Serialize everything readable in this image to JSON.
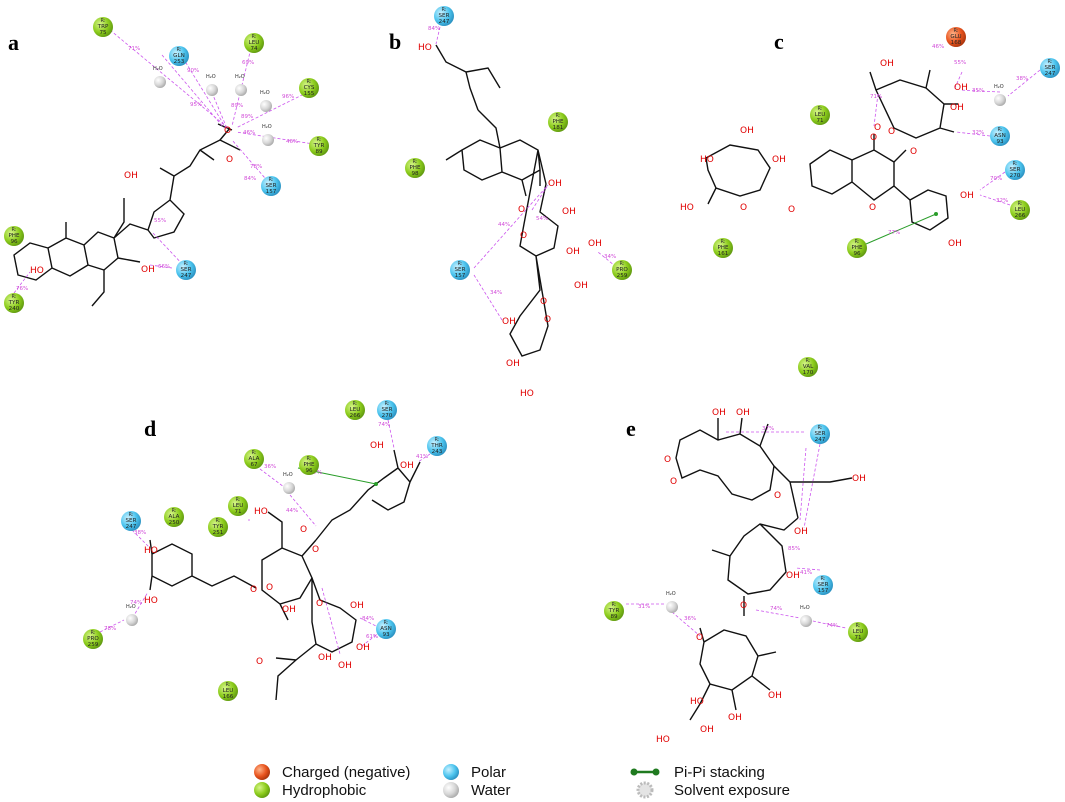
{
  "panels": [
    {
      "label": "a",
      "residues": [
        {
          "r": "R:",
          "name": "TRP",
          "num": "75",
          "type": "hydrophobic"
        },
        {
          "r": "R:",
          "name": "GLN",
          "num": "253",
          "type": "polar"
        },
        {
          "r": "R:",
          "name": "LEU",
          "num": "74",
          "type": "hydrophobic"
        },
        {
          "r": "R:",
          "name": "CYS",
          "num": "155",
          "type": "hydrophobic"
        },
        {
          "r": "R:",
          "name": "TYR",
          "num": "89",
          "type": "hydrophobic"
        },
        {
          "r": "R:",
          "name": "SER",
          "num": "157",
          "type": "polar"
        },
        {
          "r": "R:",
          "name": "SER",
          "num": "247",
          "type": "polar"
        },
        {
          "r": "R:",
          "name": "PHE",
          "num": "96",
          "type": "hydrophobic"
        },
        {
          "r": "R:",
          "name": "TYR",
          "num": "240",
          "type": "hydrophobic"
        }
      ],
      "waters": [
        "H₂O",
        "H₂O",
        "H₂O",
        "H₂O",
        "H₂O"
      ],
      "percents": [
        "71%",
        "90%",
        "69%",
        "89%",
        "96%",
        "46%",
        "46%",
        "78%",
        "84%",
        "89%",
        "76%",
        "66%",
        "55%",
        "95%"
      ],
      "atoms": [
        "OH",
        "OH",
        "HO",
        "O",
        "O"
      ]
    },
    {
      "label": "b",
      "residues": [
        {
          "r": "R:",
          "name": "SER",
          "num": "247",
          "type": "polar"
        },
        {
          "r": "R:",
          "name": "PHE",
          "num": "181",
          "type": "hydrophobic"
        },
        {
          "r": "R:",
          "name": "PHE",
          "num": "98",
          "type": "hydrophobic"
        },
        {
          "r": "R:",
          "name": "SER",
          "num": "157",
          "type": "polar"
        },
        {
          "r": "R:",
          "name": "PRO",
          "num": "259",
          "type": "hydrophobic"
        }
      ],
      "percents": [
        "84%",
        "54%",
        "44%",
        "34%",
        "34%"
      ],
      "atoms": [
        "HO",
        "OH",
        "O",
        "OH",
        "OH",
        "OH",
        "O",
        "O",
        "OH",
        "OH",
        "HO",
        "O",
        "OH"
      ]
    },
    {
      "label": "c",
      "residues": [
        {
          "r": "R:",
          "name": "GLU",
          "num": "168",
          "type": "charged"
        },
        {
          "r": "R:",
          "name": "SER",
          "num": "247",
          "type": "polar"
        },
        {
          "r": "R:",
          "name": "LEU",
          "num": "71",
          "type": "hydrophobic"
        },
        {
          "r": "R:",
          "name": "ASN",
          "num": "93",
          "type": "polar"
        },
        {
          "r": "R:",
          "name": "SER",
          "num": "270",
          "type": "polar"
        },
        {
          "r": "R:",
          "name": "LEU",
          "num": "266",
          "type": "hydrophobic"
        },
        {
          "r": "R:",
          "name": "PHE",
          "num": "96",
          "type": "hydrophobic"
        },
        {
          "r": "R:",
          "name": "PHE",
          "num": "161",
          "type": "hydrophobic"
        },
        {
          "r": "R:",
          "name": "VAL",
          "num": "170",
          "type": "hydrophobic"
        }
      ],
      "waters": [
        "H₂O"
      ],
      "percents": [
        "46%",
        "55%",
        "35%",
        "38%",
        "71%",
        "32%",
        "70%",
        "32%",
        "77%"
      ],
      "atoms": [
        "OH",
        "OH",
        "OH",
        "O",
        "O",
        "HO",
        "OH",
        "OH",
        "HO",
        "O",
        "O",
        "O",
        "O",
        "O",
        "OH",
        "OH"
      ]
    },
    {
      "label": "d",
      "residues": [
        {
          "r": "R:",
          "name": "LEU",
          "num": "266",
          "type": "hydrophobic"
        },
        {
          "r": "R:",
          "name": "SER",
          "num": "270",
          "type": "polar"
        },
        {
          "r": "R:",
          "name": "THR",
          "num": "243",
          "type": "polar"
        },
        {
          "r": "R:",
          "name": "ALA",
          "num": "67",
          "type": "hydrophobic"
        },
        {
          "r": "R:",
          "name": "PHE",
          "num": "96",
          "type": "hydrophobic"
        },
        {
          "r": "R:",
          "name": "LEU",
          "num": "71",
          "type": "hydrophobic"
        },
        {
          "r": "R:",
          "name": "SER",
          "num": "247",
          "type": "polar"
        },
        {
          "r": "R:",
          "name": "ALA",
          "num": "250",
          "type": "hydrophobic"
        },
        {
          "r": "R:",
          "name": "TYR",
          "num": "251",
          "type": "hydrophobic"
        },
        {
          "r": "R:",
          "name": "ASN",
          "num": "93",
          "type": "polar"
        },
        {
          "r": "R:",
          "name": "PRO",
          "num": "259",
          "type": "hydrophobic"
        },
        {
          "r": "R:",
          "name": "LEU",
          "num": "166",
          "type": "hydrophobic"
        }
      ],
      "waters": [
        "H₂O",
        "H₂O"
      ],
      "percents": [
        "77%",
        "36%",
        "44%",
        "41%",
        "78%",
        "38%",
        "74%",
        "84%",
        "61%",
        "74%"
      ],
      "atoms": [
        "OH",
        "OH",
        "HO",
        "HO",
        "O",
        "O",
        "O",
        "HO",
        "O",
        "OH",
        "OH",
        "O",
        "OH",
        "OH",
        "O",
        "OH"
      ]
    },
    {
      "label": "e",
      "residues": [
        {
          "r": "R:",
          "name": "SER",
          "num": "247",
          "type": "polar"
        },
        {
          "r": "R:",
          "name": "SER",
          "num": "157",
          "type": "polar"
        },
        {
          "r": "R:",
          "name": "TYR",
          "num": "89",
          "type": "hydrophobic"
        },
        {
          "r": "R:",
          "name": "LEU",
          "num": "71",
          "type": "hydrophobic"
        }
      ],
      "waters": [
        "H₂O",
        "H₂O"
      ],
      "percents": [
        "37%",
        "85%",
        "41%",
        "31%",
        "36%",
        "74%",
        "74%"
      ],
      "atoms": [
        "OH",
        "OH",
        "O",
        "O",
        "O",
        "OH",
        "OH",
        "OH",
        "O",
        "O",
        "HO",
        "OH",
        "HO",
        "OH",
        "OH"
      ]
    }
  ],
  "legend": {
    "charged": "Charged (negative)",
    "hydrophobic": "Hydrophobic",
    "polar": "Polar",
    "water": "Water",
    "pipi": "Pi-Pi stacking",
    "solvent": "Solvent exposure"
  },
  "colors": {
    "charged": "#e8531d",
    "hydrophobic": "#8ccc1c",
    "polar": "#4cc4ee",
    "water": "#d0d0d0",
    "hbond": "#cc55ee",
    "pipi": "#2a9d2a"
  }
}
